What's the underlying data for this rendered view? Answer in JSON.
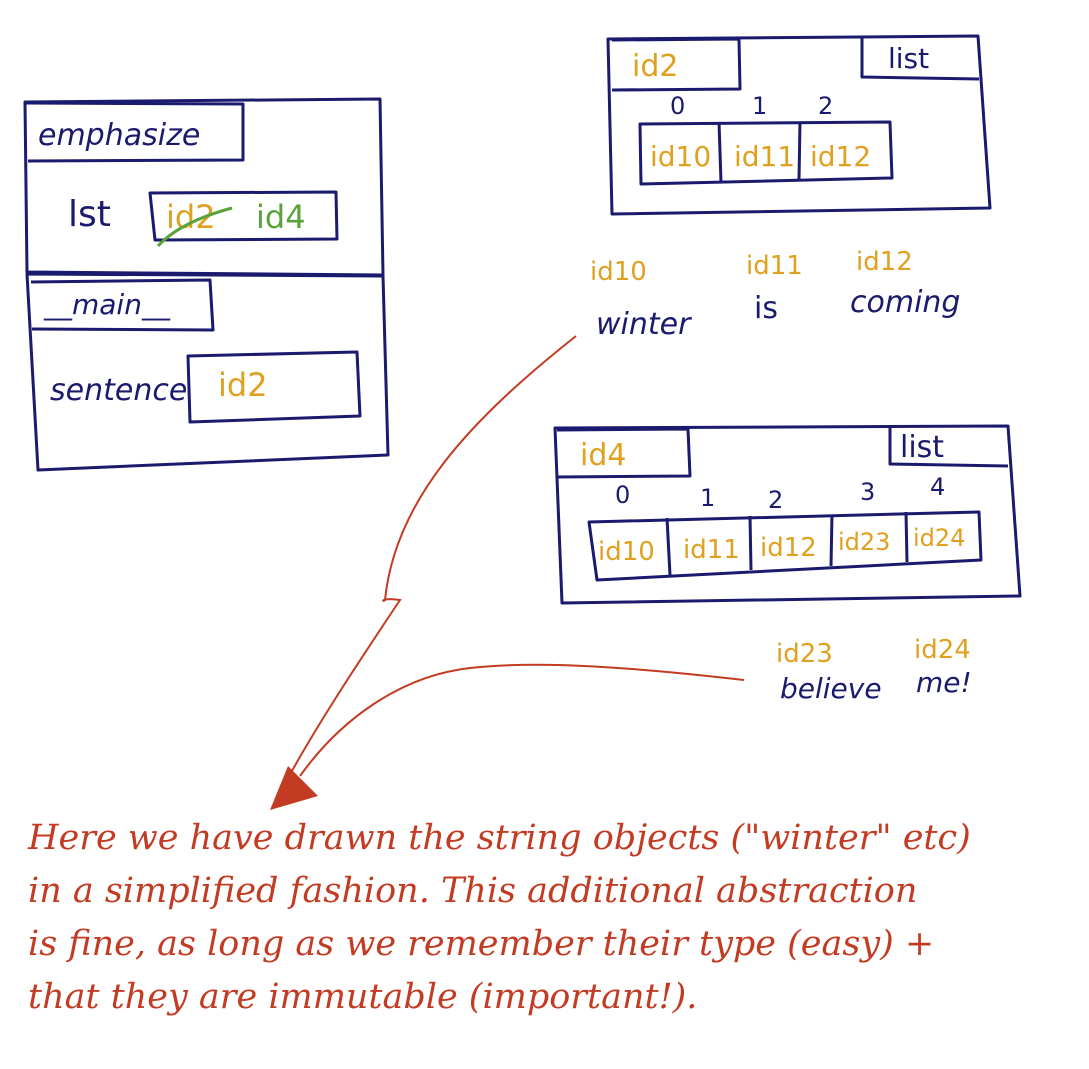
{
  "frames": [
    {
      "id": "emphasize",
      "title": "emphasize",
      "variables": [
        {
          "name": "lst",
          "value_crossed": "id2",
          "value": "id4"
        }
      ]
    },
    {
      "id": "main",
      "title": "__main__",
      "variables": [
        {
          "name": "sentence",
          "value": "id2"
        }
      ]
    }
  ],
  "objects": [
    {
      "id": "obj-id2",
      "id_label": "id2",
      "type_label": "list",
      "indices": [
        "0",
        "1",
        "2"
      ],
      "items": [
        "id10",
        "id11",
        "id12"
      ]
    },
    {
      "id": "obj-id4",
      "id_label": "id4",
      "type_label": "list",
      "indices": [
        "0",
        "1",
        "2",
        "3",
        "4"
      ],
      "items": [
        "id10",
        "id11",
        "id12",
        "id23",
        "id24"
      ]
    }
  ],
  "strings": [
    {
      "id_label": "id10",
      "value": "winter"
    },
    {
      "id_label": "id11",
      "value": "is"
    },
    {
      "id_label": "id12",
      "value": "coming"
    },
    {
      "id_label": "id23",
      "value": "believe"
    },
    {
      "id_label": "id24",
      "value": "me!"
    }
  ],
  "note": {
    "lines": [
      "Here we have drawn the string objects (\"winter\" etc)",
      "in a simplified fashion. This additional abstraction",
      "is fine, as long as we remember their type (easy) +",
      "that they are immutable (important!)."
    ]
  },
  "colors": {
    "frame_ink": "#1a1a6e",
    "id_ink": "#e0a020",
    "new_ref_ink": "#5aa33c",
    "annotation_ink": "#c23b22"
  }
}
